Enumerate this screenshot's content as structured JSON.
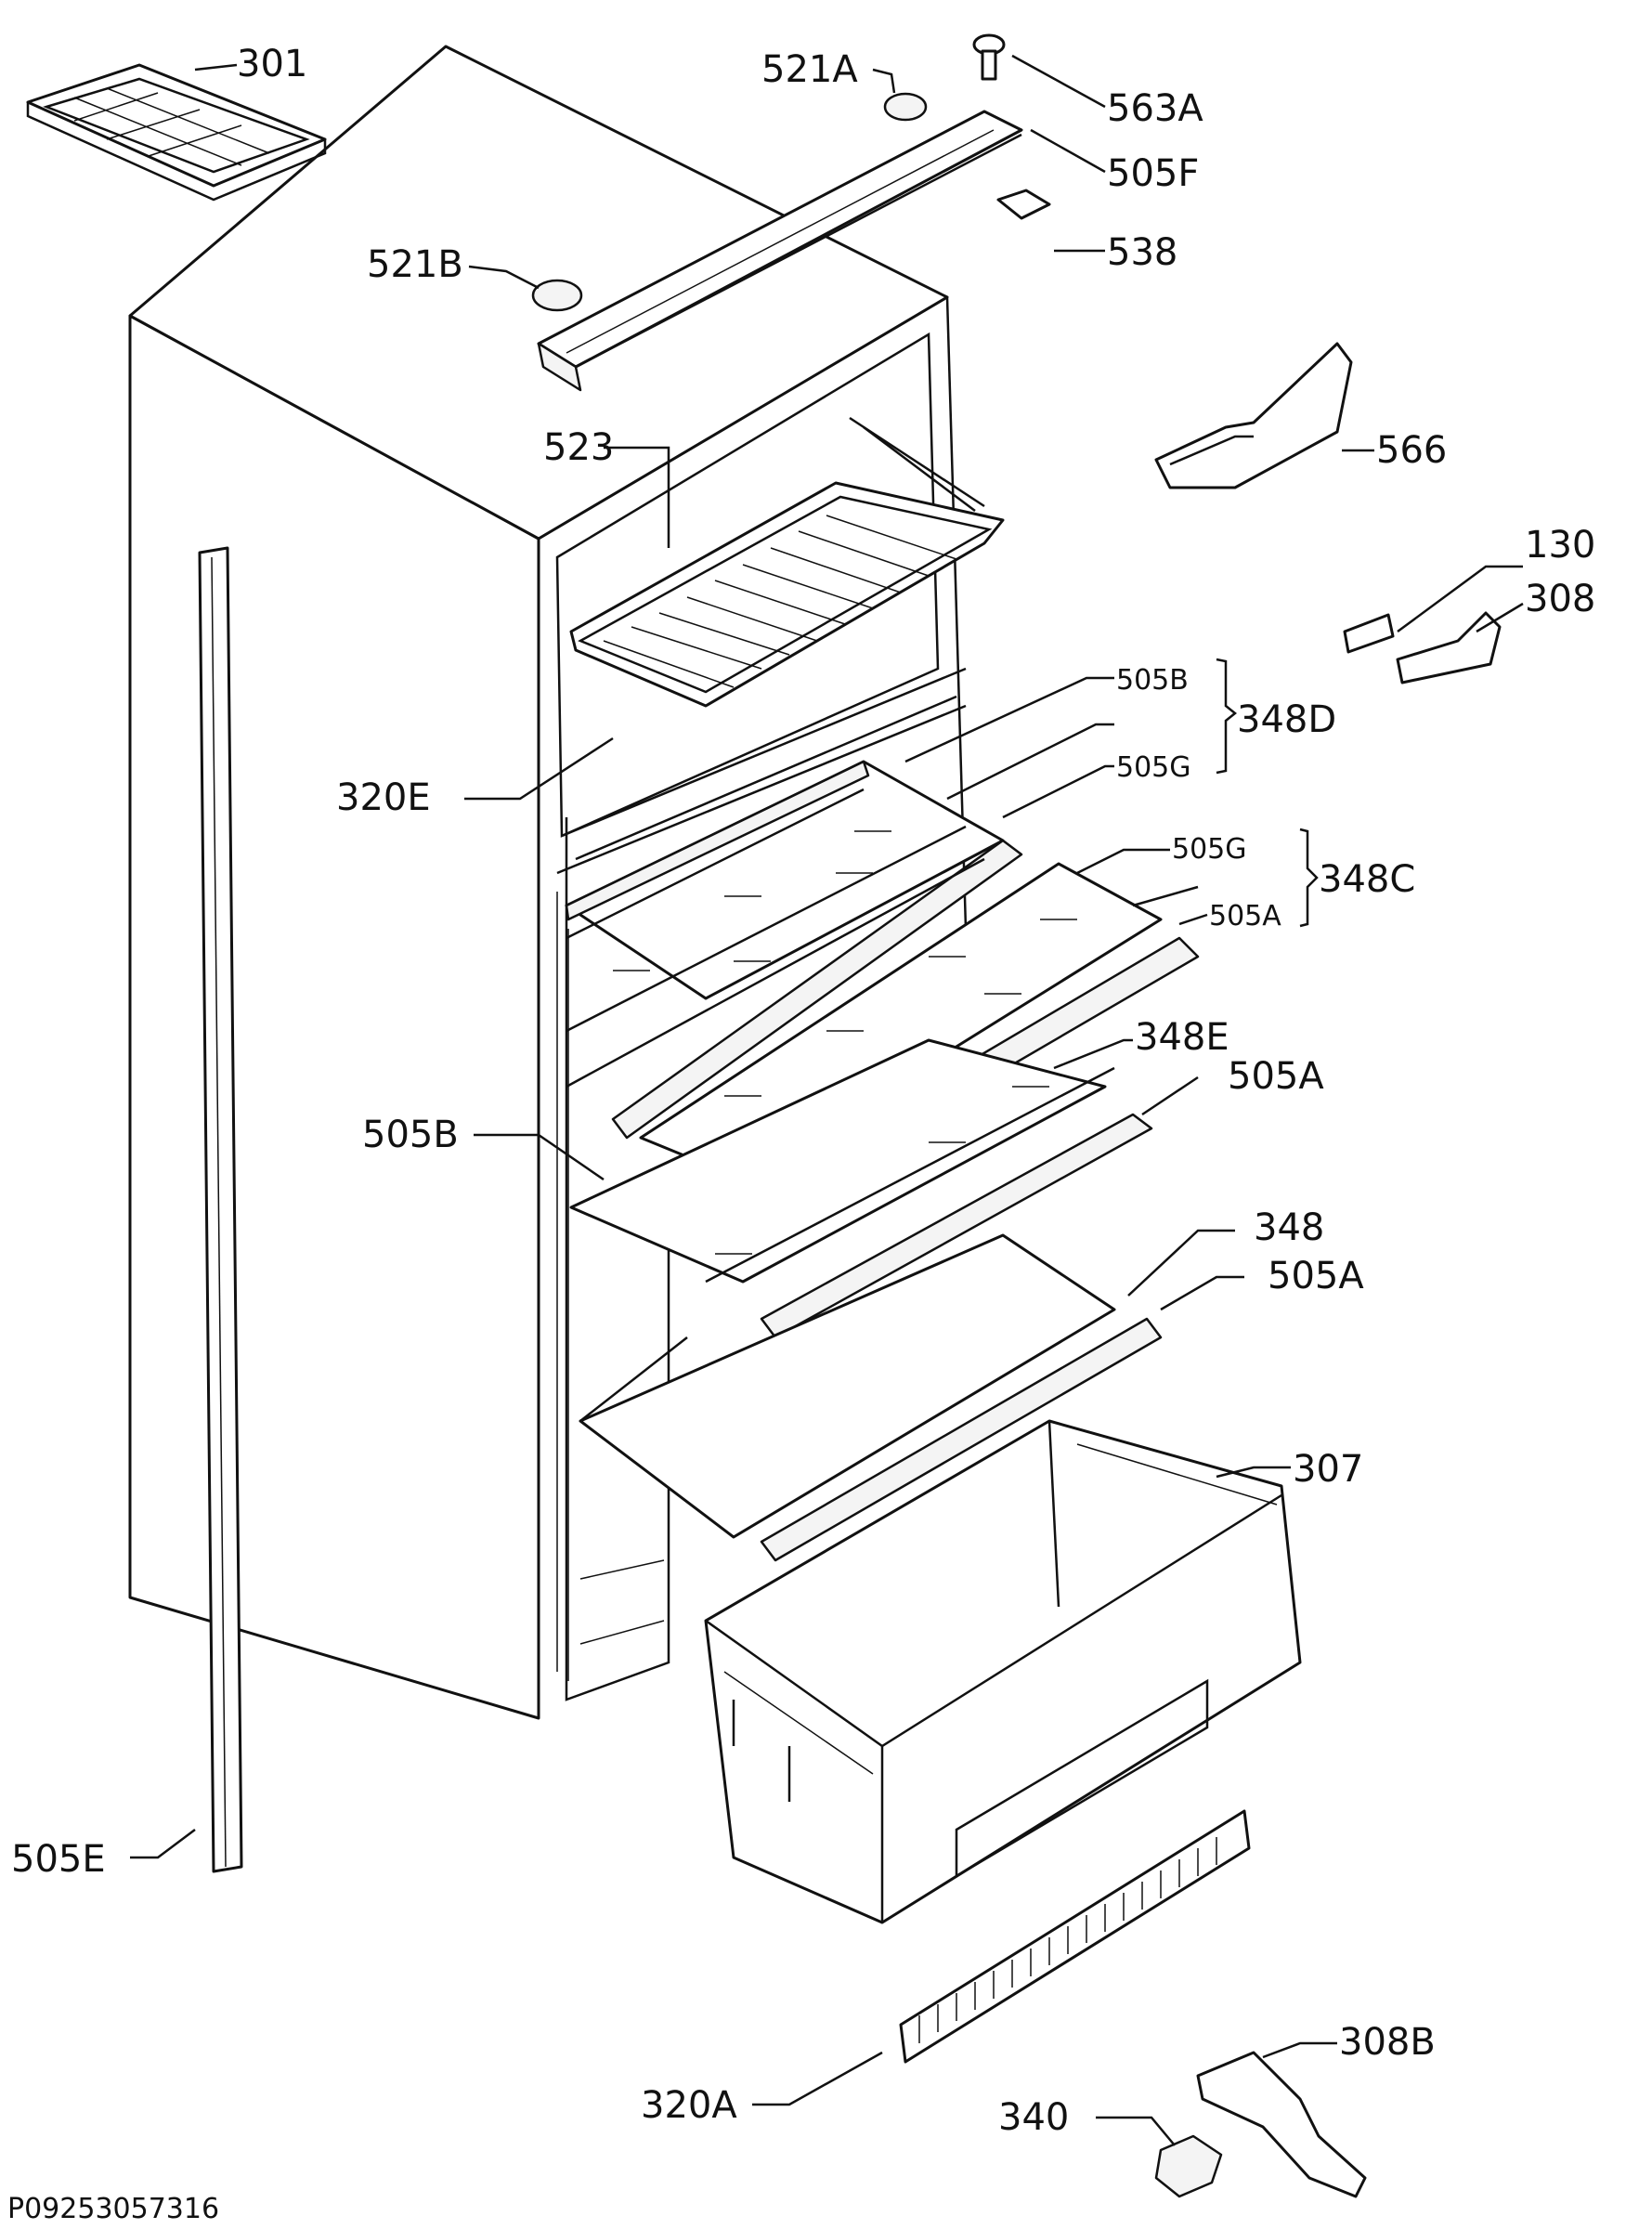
{
  "labels": {
    "l301": "301",
    "l521a": "521A",
    "l563a": "563A",
    "l505f": "505F",
    "l538": "538",
    "l521b": "521B",
    "l523": "523",
    "l566": "566",
    "l130": "130",
    "l308": "308",
    "l505b_top": "505B",
    "l348d": "348D",
    "l505g_1": "505G",
    "l320e": "320E",
    "l505g_2": "505G",
    "l348c": "348C",
    "l505a_1": "505A",
    "l348e": "348E",
    "l505a_2": "505A",
    "l505b": "505B",
    "l348": "348",
    "l505a_3": "505A",
    "l307": "307",
    "l505e": "505E",
    "l308b": "308B",
    "l320a": "320A",
    "l340": "340"
  },
  "footer": {
    "code": "P09253057316"
  }
}
